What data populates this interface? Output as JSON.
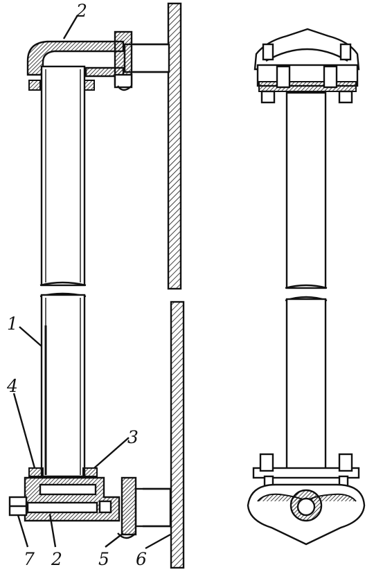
{
  "diagram": {
    "labels": {
      "elbow_top": "2",
      "pipe": "1",
      "gasket": "4",
      "flange": "3",
      "bolt": "7",
      "elbow_bottom": "2",
      "flange_nut": "5",
      "wall": "6"
    }
  }
}
